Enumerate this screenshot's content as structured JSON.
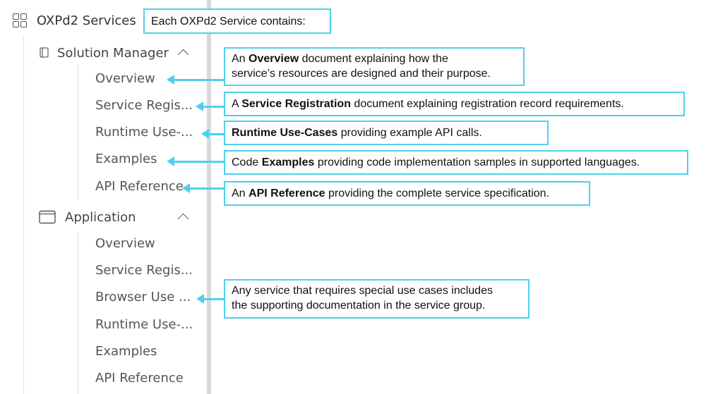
{
  "sidebar": {
    "root_label": "OXPd2 Services",
    "groups": [
      {
        "label": "Solution Manager",
        "items": [
          "Overview",
          "Service Regis...",
          "Runtime Use-...",
          "Examples",
          "API Reference"
        ]
      },
      {
        "label": "Application",
        "items": [
          "Overview",
          "Service Regis...",
          "Browser Use ...",
          "Runtime Use-...",
          "Examples",
          "API Reference"
        ]
      }
    ]
  },
  "callouts": {
    "header": "Each OXPd2 Service contains:",
    "overview": {
      "pre": "An ",
      "bold": "Overview",
      "post": " document explaining how the",
      "line2": "service’s resources are designed and their purpose."
    },
    "registration": {
      "pre": "A ",
      "bold": "Service Registration",
      "post": " document explaining registration record requirements."
    },
    "runtime": {
      "pre": "",
      "bold": "Runtime Use-Cases",
      "post": " providing example API calls."
    },
    "examples": {
      "pre": "Code ",
      "bold": "Examples",
      "post": " providing code implementation samples in supported languages."
    },
    "api": {
      "pre": "An ",
      "bold": "API Reference",
      "post": " providing the complete service specification."
    },
    "special": {
      "line1": "Any service that requires special use cases includes",
      "line2": "the supporting documentation in the service group."
    }
  },
  "colors": {
    "accent": "#4ed0ec"
  },
  "icons": [
    "grid-icon",
    "book-icon",
    "window-icon",
    "chevron-up-icon"
  ]
}
